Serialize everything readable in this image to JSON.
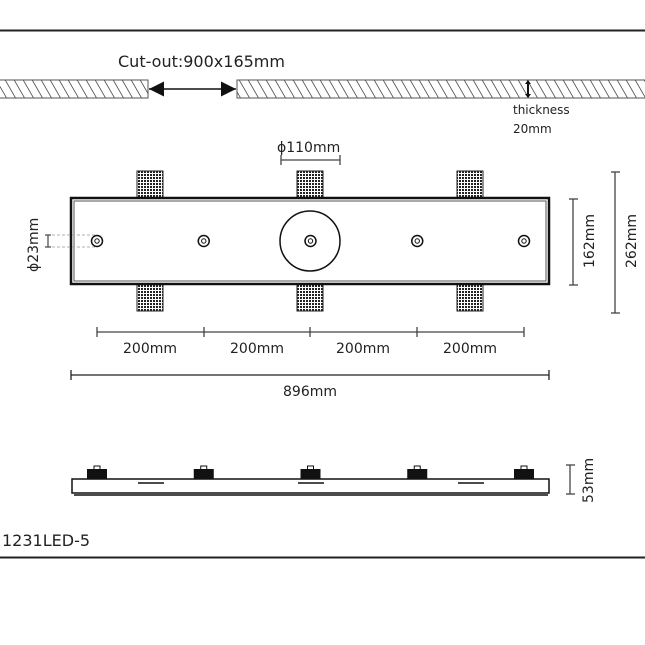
{
  "drawing": {
    "model": "1231LED-5",
    "cutout_label": "Cut-out:900x165mm",
    "thickness_label": "thickness",
    "thickness_value": "20mm",
    "hole_small_label": "ϕ23mm",
    "hole_large_label": "ϕ110mm",
    "height_inner_label": "162mm",
    "height_outer_label": "262mm",
    "spacing_labels": [
      "200mm",
      "200mm",
      "200mm",
      "200mm"
    ],
    "total_width_label": "896mm",
    "depth_label": "53mm",
    "light_count": 5
  },
  "colors": {
    "line": "#1a1a1a",
    "dim": "#444444",
    "text": "#222222"
  }
}
